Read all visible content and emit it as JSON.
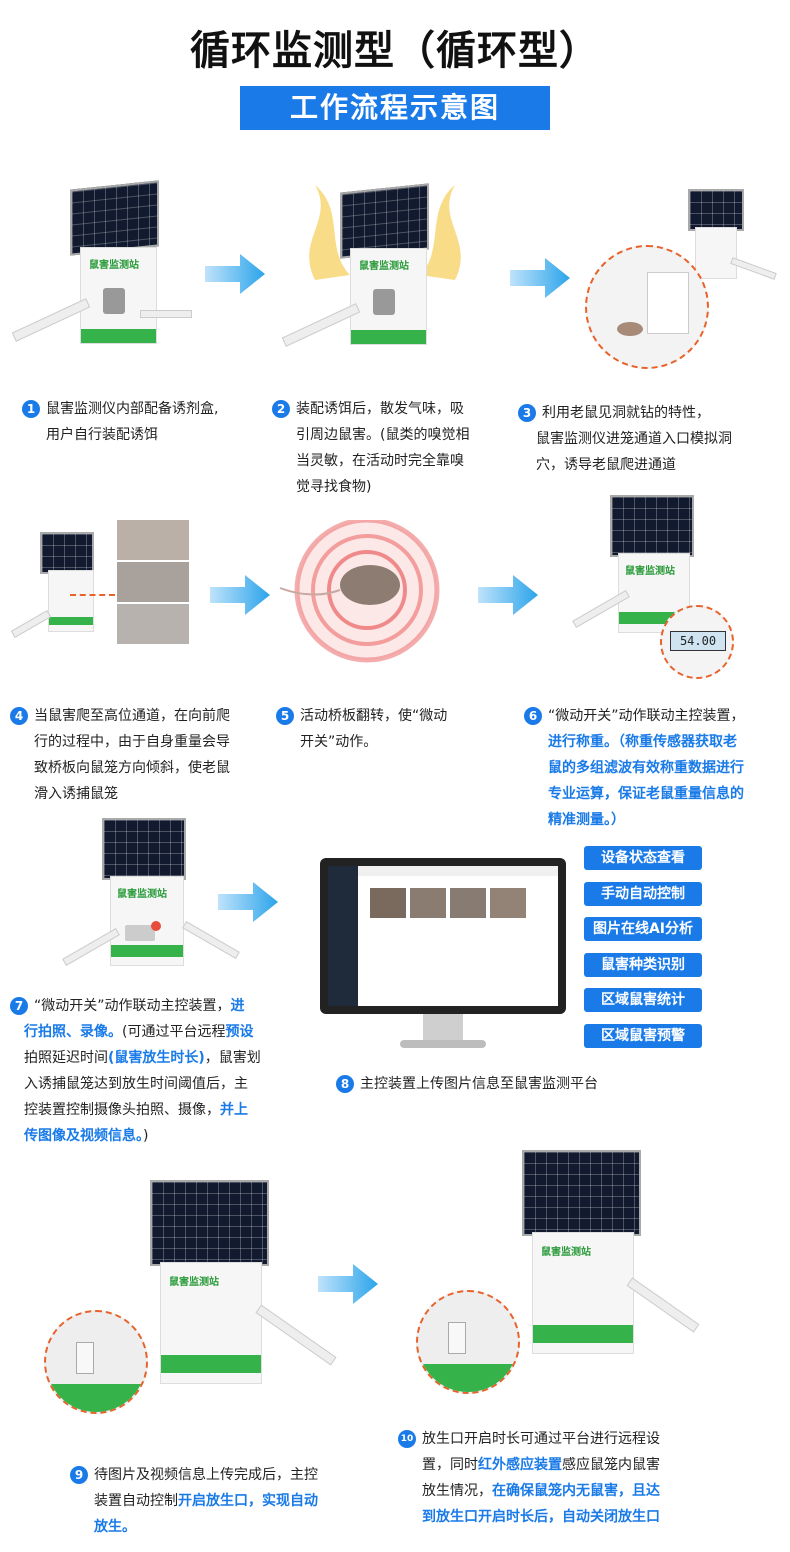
{
  "title": "循环监测型（循环型）",
  "subtitle": "工作流程示意图",
  "device_label": "鼠害监测站",
  "scale_reading": "54.00",
  "steps": {
    "s1": {
      "num": "1",
      "lines": [
        "鼠害监测仪内部配备诱剂盒,",
        "用户自行装配诱饵"
      ]
    },
    "s2": {
      "num": "2",
      "lines": [
        "装配诱饵后，散发气味，吸",
        "引周边鼠害。(鼠类的嗅觉相",
        "当灵敏，在活动时完全靠嗅",
        "觉寻找食物)"
      ]
    },
    "s3": {
      "num": "3",
      "lines": [
        "利用老鼠见洞就钻的特性，",
        "鼠害监测仪进笼通道入口模拟洞",
        "穴，诱导老鼠爬进通道"
      ]
    },
    "s4": {
      "num": "4",
      "lines": [
        "当鼠害爬至高位通道，在向前爬",
        "行的过程中，由于自身重量会导",
        "致桥板向鼠笼方向倾斜，使老鼠",
        "滑入诱捕鼠笼"
      ]
    },
    "s5": {
      "num": "5",
      "lines": [
        "活动桥板翻转，使“微动",
        "开关”动作。"
      ]
    },
    "s6": {
      "num": "6",
      "l1": "“微动开关”动作联动主控装置，",
      "l2": "进行称重。（称重传感器获取老",
      "l3": "鼠的多组滤波有效称重数据进行",
      "l4": "专业运算，保证老鼠重量信息的",
      "l5": "精准测量。）"
    },
    "s7": {
      "num": "7",
      "a": "“微动开关”动作联动主控装置，",
      "b": "进",
      "c": "行拍照、录像。",
      "d": "(可通过平台远程",
      "e": "预设",
      "f": "拍照延迟时间",
      "g": "(鼠害放生时长)",
      "h": "，鼠害划",
      "i": "入诱捕鼠笼达到放生时间阈值后，主",
      "j": "控装置控制摄像头拍照、摄像，",
      "k": "并上",
      "l": "传图像及视频信息。",
      "m": ")"
    },
    "s8": {
      "num": "8",
      "text": "主控装置上传图片信息至鼠害监测平台"
    },
    "s9": {
      "num": "9",
      "a": "待图片及视频信息上传完成后，主控",
      "b": "装置自动控制",
      "c": "开启放生口，实现自动",
      "d": "放生。"
    },
    "s10": {
      "num": "10",
      "a": "放生口开启时长可通过平台进行远程设",
      "b": "置，同时",
      "c": "红外感应装置",
      "d": "感应鼠笼内鼠害",
      "e": "放生情况，",
      "f": "在确保鼠笼内无鼠害，且达",
      "g": "到放生口开启时长后，自动关闭放生口"
    }
  },
  "tags": [
    "设备状态查看",
    "手动自动控制",
    "图片在线AI分析",
    "鼠害种类识别",
    "区域鼠害统计",
    "区域鼠害预警"
  ],
  "colors": {
    "accent": "#1a7be8",
    "green": "#35b34a"
  }
}
